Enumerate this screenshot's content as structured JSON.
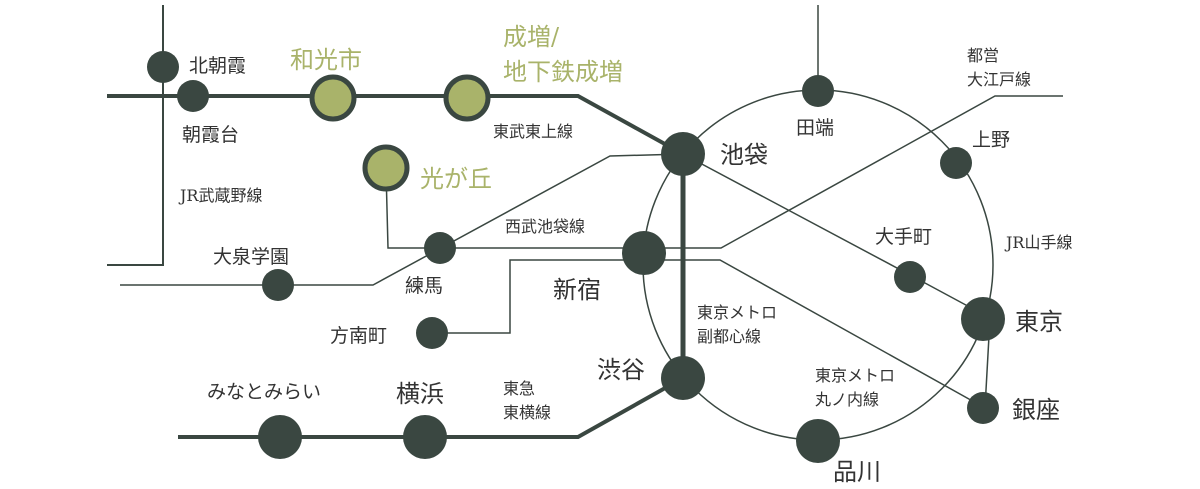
{
  "colors": {
    "line": "#3a4741",
    "highlight": "#a9b36a",
    "text": "#333333"
  },
  "stations": {
    "kitaasaka": "北朝霞",
    "asakadai": "朝霞台",
    "wakoshi": "和光市",
    "narimasu_1": "成増/",
    "narimasu_2": "地下鉄成増",
    "hikarigaoka": "光が丘",
    "oizumi": "大泉学園",
    "nerima": "練馬",
    "honancho": "方南町",
    "ikebukuro": "池袋",
    "shinjuku": "新宿",
    "shibuya": "渋谷",
    "yokohama": "横浜",
    "minatomirai": "みなとみらい",
    "tabata": "田端",
    "ueno": "上野",
    "otemachi": "大手町",
    "tokyo": "東京",
    "ginza": "銀座",
    "shinagawa": "品川"
  },
  "lines": {
    "tobu_tojo": "東武東上線",
    "musashino": "JR武蔵野線",
    "seibu_ikebukuro": "西武池袋線",
    "oedo_1": "都営",
    "oedo_2": "大江戸線",
    "yamanote": "JR山手線",
    "fukutoshin_1": "東京メトロ",
    "fukutoshin_2": "副都心線",
    "marunouchi_1": "東京メトロ",
    "marunouchi_2": "丸ノ内線",
    "toyoko_1": "東急",
    "toyoko_2": "東横線"
  }
}
